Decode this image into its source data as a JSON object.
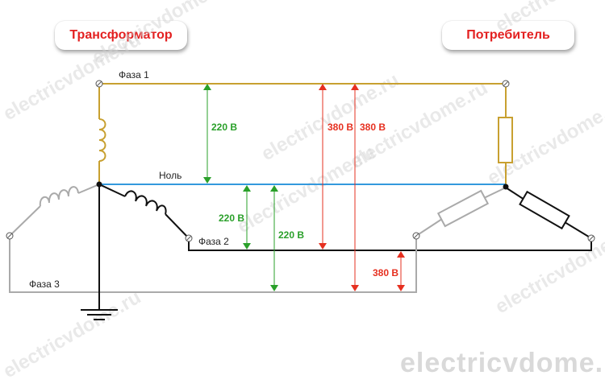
{
  "header": {
    "transformer_label": "Трансформатор",
    "consumer_label": "Потребитель"
  },
  "wires": {
    "phase1": "Фаза 1",
    "neutral": "Ноль",
    "phase2": "Фаза 2",
    "phase3": "Фаза 3"
  },
  "voltages": {
    "phase_voltage": "220 В",
    "line_voltage": "380 В"
  },
  "watermark": "electricvdome.ru",
  "footer_watermark": "electricvdome.ru",
  "colors": {
    "phase1": "#c8a030",
    "neutral": "#3399dd",
    "phase2": "#111111",
    "phase3": "#aaaaaa",
    "green_arrow": "#2aa02a",
    "red_arrow": "#e63020",
    "label_red": "#e32020"
  }
}
